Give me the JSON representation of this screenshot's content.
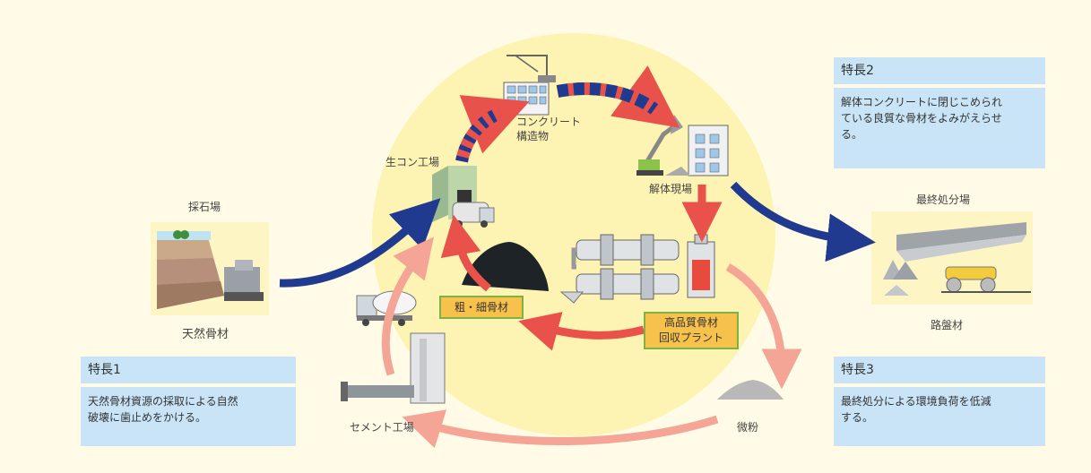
{
  "nodes": {
    "quarry": "採石場",
    "natural_aggregate": "天然骨材",
    "ready_mix_plant": "生コン工場",
    "concrete_structure": "コンクリート\n構造物",
    "demolition_site": "解体現場",
    "final_disposal_site": "最終処分場",
    "roadbed_material": "路盤材",
    "cement_plant": "セメント工場",
    "fine_powder": "微粉"
  },
  "tags": {
    "coarse_fine_aggregate": "粗・細骨材",
    "recovery_plant": "高品質骨材\n回収プラント"
  },
  "features": [
    {
      "title": "特長1",
      "body": "天然骨材資源の採取による自然\n破壊に歯止めをかける。"
    },
    {
      "title": "特長2",
      "body": "解体コンクリートに閉じこめられ\nている良質な骨材をよみがえらせ\nる。"
    },
    {
      "title": "特長3",
      "body": "最終処分による環境負荷を低減\nする。"
    }
  ],
  "colors": {
    "circle": "#fdf3b3",
    "blue_arrow": "#1f3a8f",
    "red_arrow": "#e8524a",
    "pink_arrow": "#f4a595",
    "box": "#c8e4f6"
  }
}
